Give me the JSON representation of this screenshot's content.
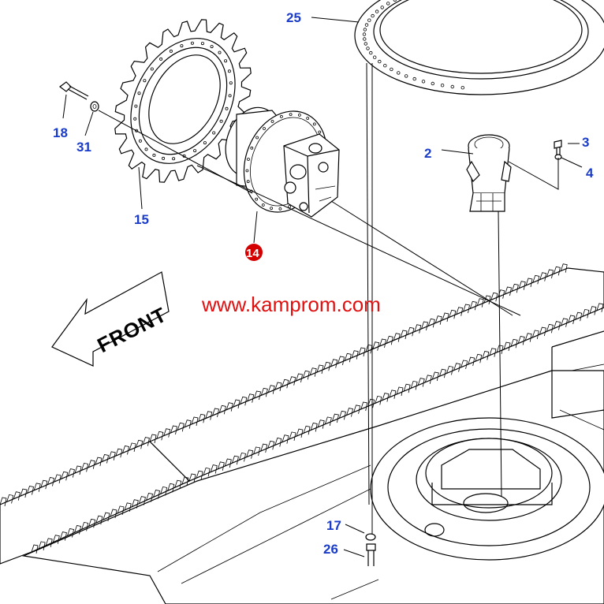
{
  "diagram": {
    "callouts": [
      {
        "id": "c25",
        "label": "25"
      },
      {
        "id": "c18",
        "label": "18"
      },
      {
        "id": "c31",
        "label": "31"
      },
      {
        "id": "c15",
        "label": "15"
      },
      {
        "id": "c14",
        "label": "14",
        "highlight": "#d40000"
      },
      {
        "id": "c2",
        "label": "2"
      },
      {
        "id": "c3",
        "label": "3"
      },
      {
        "id": "c4",
        "label": "4"
      },
      {
        "id": "c17",
        "label": "17"
      },
      {
        "id": "c26",
        "label": "26"
      }
    ],
    "front_arrow_label": "FRONT",
    "watermark": "www.kamprom.com",
    "colors": {
      "callout_text": "#1a3cc8",
      "watermark": "#e01010",
      "highlight_dot": "#d40000",
      "line": "#000000"
    }
  }
}
